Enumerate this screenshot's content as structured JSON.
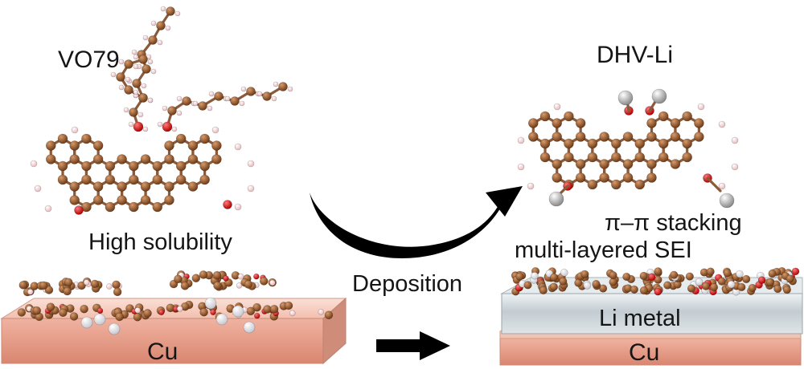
{
  "labels": {
    "vo79": "VO79",
    "dhv_li": "DHV-Li",
    "high_solubility": "High solubility",
    "pi_stacking": "π–π stacking",
    "multi_layered_sei": "multi-layered SEI",
    "deposition": "Deposition",
    "li_metal": "Li metal",
    "cu_left": "Cu",
    "cu_right": "Cu"
  },
  "colors": {
    "carbon": "#9a5a2c",
    "oxygen": "#e01a1a",
    "hydrogen": "#f2c8cc",
    "lithium": "#b8b8b8",
    "copper_top": "#f6cfc0",
    "copper_front": "#e39a86",
    "li_metal": "#cdd6db",
    "arrow": "#000000"
  },
  "icons": [
    "curved-arrow",
    "straight-arrow"
  ]
}
